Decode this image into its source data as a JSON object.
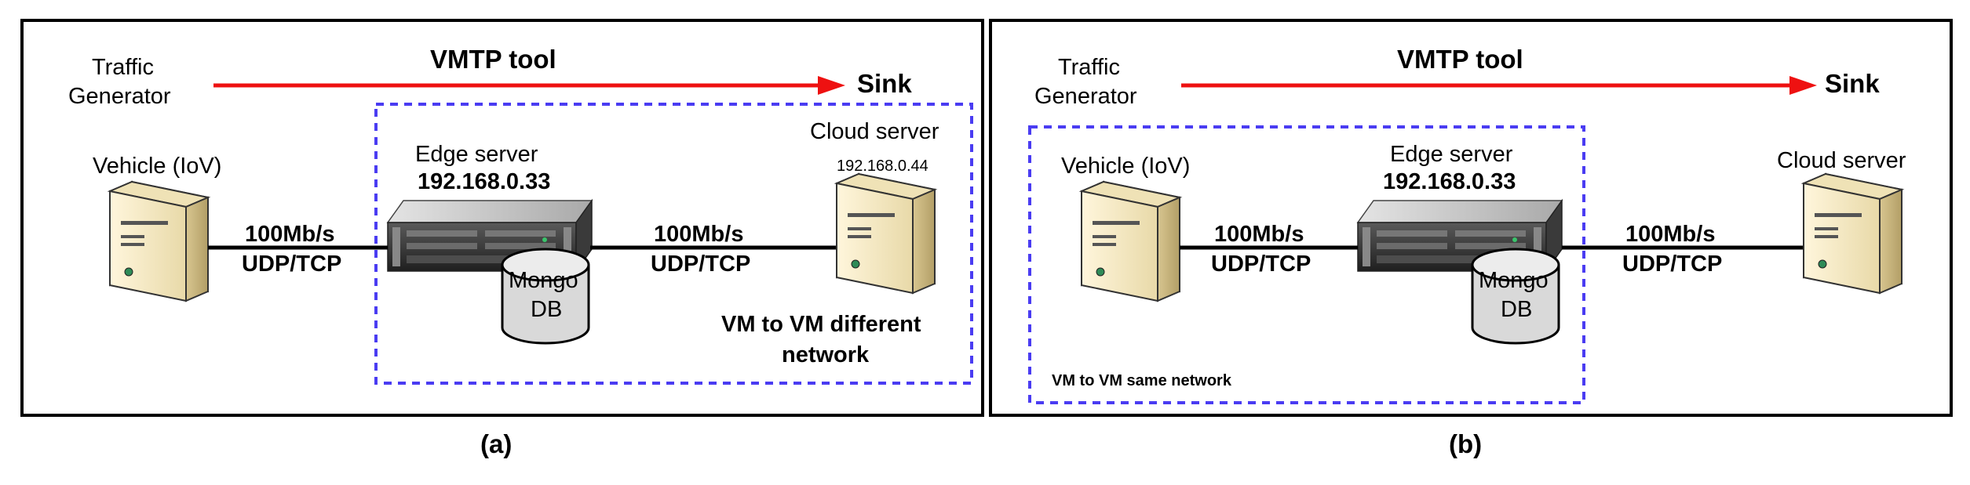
{
  "panels": [
    {
      "traffic_generator": [
        "Traffic",
        "Generator"
      ],
      "tool": "VMTP tool",
      "sink": "Sink",
      "vehicle": "Vehicle (IoV)",
      "edge_server": [
        "Edge server",
        "192.168.0.33"
      ],
      "cloud_server": "Cloud server",
      "cloud_ip": "192.168.0.44",
      "link1": [
        "100Mb/s",
        "UDP/TCP"
      ],
      "link2": [
        "100Mb/s",
        "UDP/TCP"
      ],
      "db": [
        "Mongo",
        "DB"
      ],
      "note": [
        "VM to VM different",
        "network"
      ],
      "caption": "(a)"
    },
    {
      "traffic_generator": [
        "Traffic",
        "Generator"
      ],
      "tool": "VMTP tool",
      "sink": "Sink",
      "vehicle": "Vehicle (IoV)",
      "edge_server": [
        "Edge server",
        "192.168.0.33"
      ],
      "cloud_server": "Cloud server",
      "link1": [
        "100Mb/s",
        "UDP/TCP"
      ],
      "link2": [
        "100Mb/s",
        "UDP/TCP"
      ],
      "db": [
        "Mongo",
        "DB"
      ],
      "note": "VM to VM same network",
      "caption": "(b)"
    }
  ],
  "colors": {
    "arrow": "#ee1111",
    "dashed_box": "#4a3cf2",
    "frame": "#000000",
    "pc_face": "#f2e6bf",
    "pc_side": "#c9b682",
    "db_fill": "#d9d9d9"
  },
  "icons": {
    "vehicle": "desktop-tower-icon",
    "edge": "rack-server-icon",
    "cloud": "desktop-tower-icon",
    "db": "database-cylinder-icon"
  }
}
